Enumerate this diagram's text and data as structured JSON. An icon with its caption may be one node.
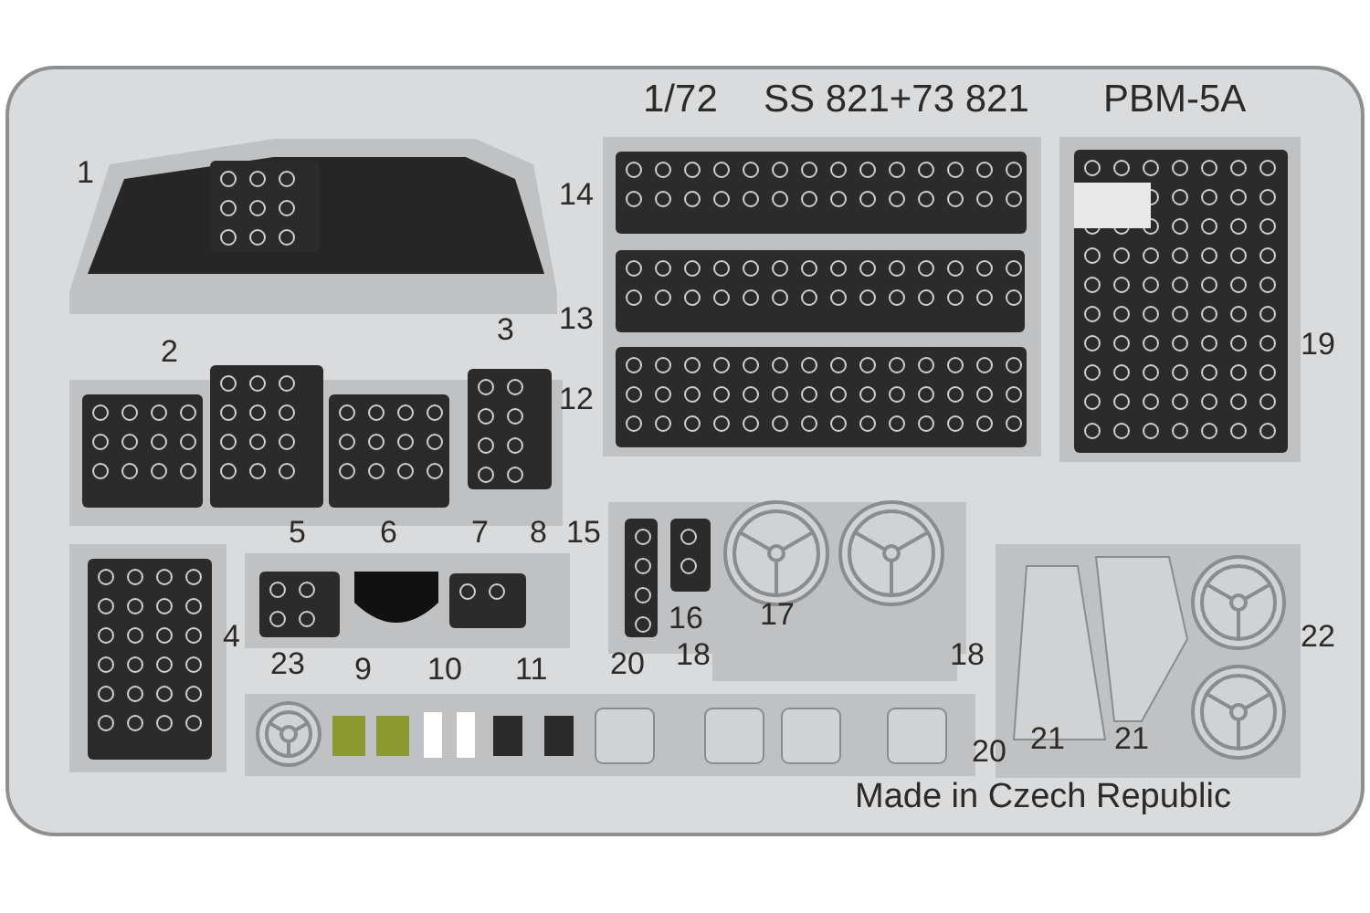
{
  "diagram": {
    "labels": [
      "1/72",
      "SS 821+73 821",
      "PBM-5A",
      "1",
      "14",
      "13",
      "2",
      "3",
      "12",
      "19",
      "5",
      "6",
      "7",
      "8",
      "15",
      "16",
      "17",
      "4",
      "18",
      "18",
      "22",
      "23",
      "9",
      "10",
      "11",
      "20",
      "20",
      "21",
      "21",
      "Made in Czech Republic"
    ]
  }
}
